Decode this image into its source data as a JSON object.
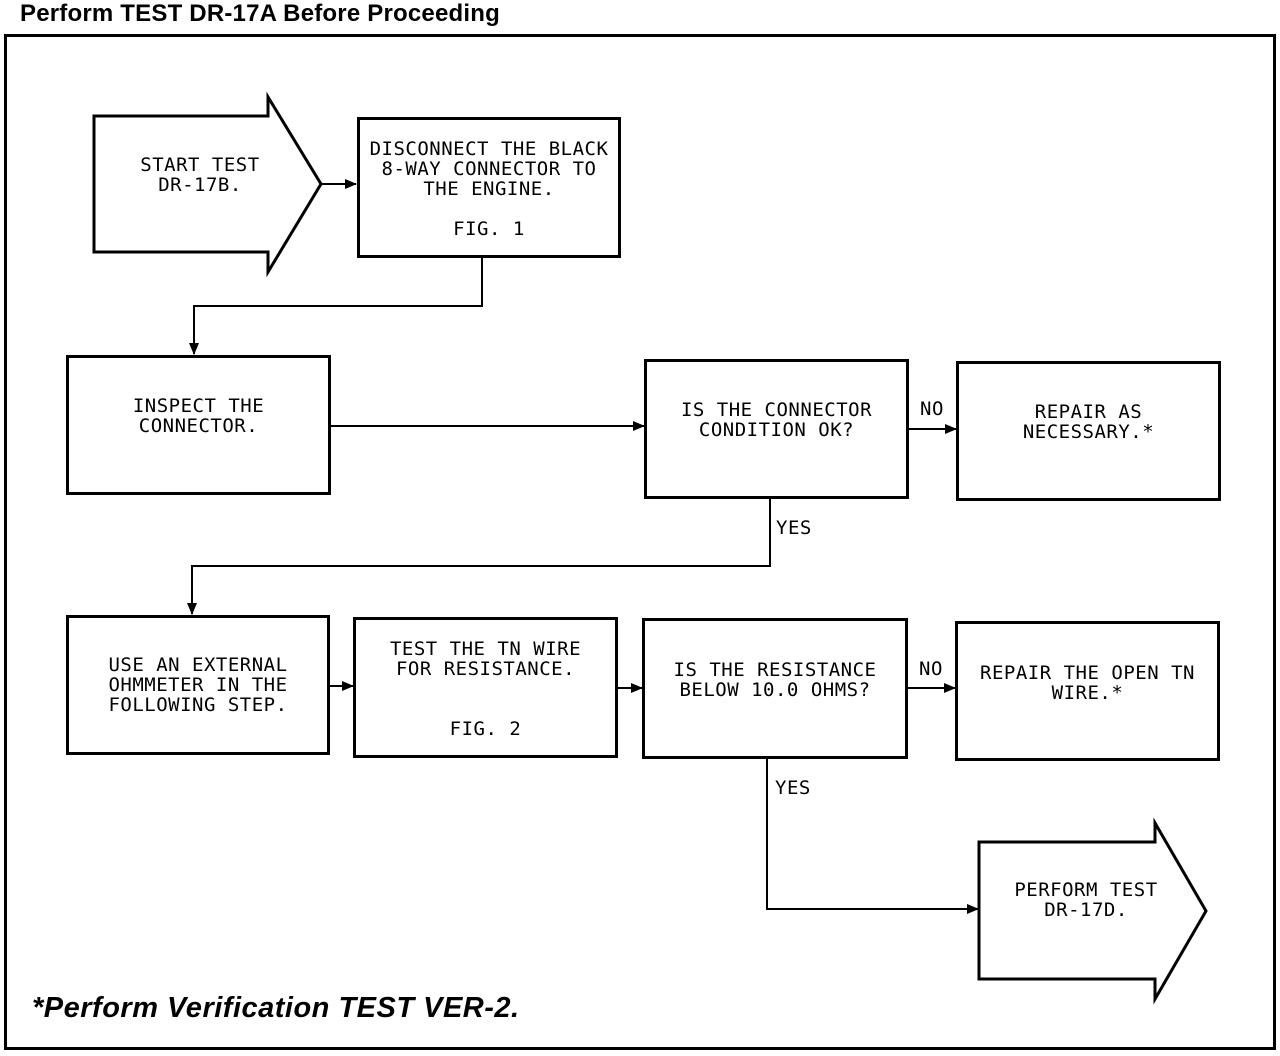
{
  "header": "Perform TEST DR-17A Before Proceeding",
  "footnote": "*Perform Verification TEST VER-2.",
  "nodes": {
    "start": "START TEST\nDR-17B.",
    "disconnect": "DISCONNECT THE BLACK\n8-WAY CONNECTOR TO\nTHE ENGINE.",
    "disconnect_fig": "FIG. 1",
    "inspect": "INSPECT THE\nCONNECTOR.",
    "connector_ok": "IS THE CONNECTOR\nCONDITION OK?",
    "repair_nec": "REPAIR AS\nNECESSARY.*",
    "ohmmeter": "USE AN EXTERNAL\nOHMMETER IN THE\nFOLLOWING STEP.",
    "test_tn": "TEST THE TN WIRE\nFOR RESISTANCE.",
    "test_tn_fig": "FIG. 2",
    "resistance": "IS THE RESISTANCE\nBELOW 10.0 OHMS?",
    "repair_tn": "REPAIR THE OPEN TN\nWIRE.*",
    "perform_d": "PERFORM TEST\nDR-17D."
  },
  "edge_labels": {
    "no1": "NO",
    "yes1": "YES",
    "no2": "NO",
    "yes2": "YES"
  }
}
